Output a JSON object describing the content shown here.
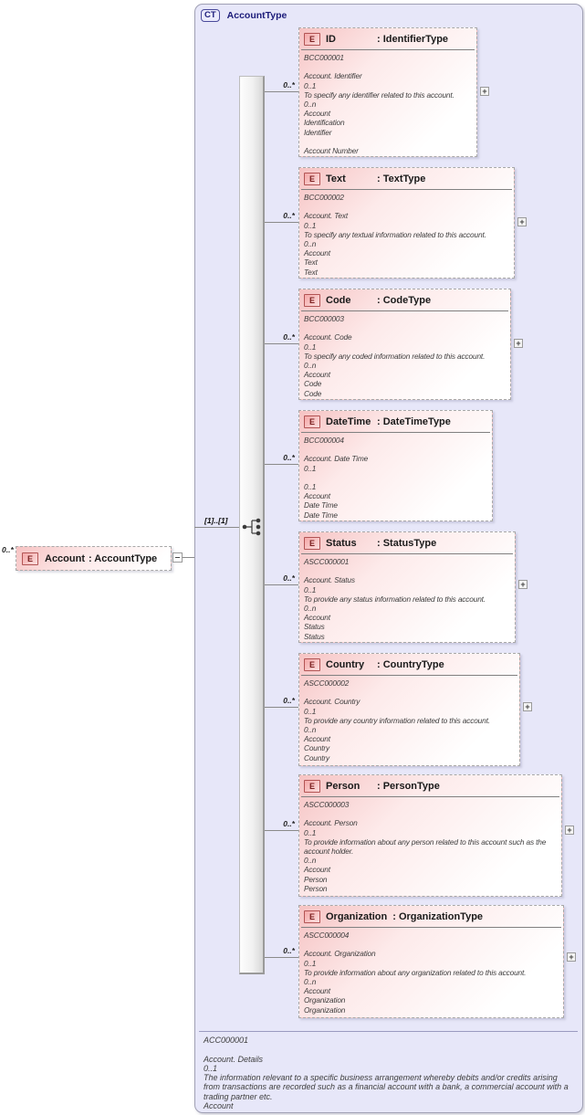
{
  "diagram": {
    "root_element": {
      "cardinality": "0..*",
      "badge": "E",
      "name": "Account",
      "type_label": ": AccountType"
    },
    "container": {
      "badge": "CT",
      "title": "AccountType",
      "compositor_cardinality": "[1]..[1]",
      "children": [
        {
          "badge": "E",
          "name": "ID",
          "type_label": ": IdentifierType",
          "cardinality": "0..*",
          "lines": [
            "BCC000001",
            "",
            "Account. Identifier",
            "0..1",
            "To specify any identifier related to this account.",
            "0..n",
            "Account",
            "Identification",
            "Identifier",
            "",
            "Account Number"
          ]
        },
        {
          "badge": "E",
          "name": "Text",
          "type_label": ": TextType",
          "cardinality": "0..*",
          "lines": [
            "BCC000002",
            "",
            "Account. Text",
            "0..1",
            "To specify any textual information related to this account.",
            "0..n",
            "Account",
            "Text",
            "Text"
          ]
        },
        {
          "badge": "E",
          "name": "Code",
          "type_label": ": CodeType",
          "cardinality": "0..*",
          "lines": [
            "BCC000003",
            "",
            "Account. Code",
            "0..1",
            "To specify any coded information related to this account.",
            "0..n",
            "Account",
            "Code",
            "Code"
          ]
        },
        {
          "badge": "E",
          "name": "DateTime",
          "type_label": ": DateTimeType",
          "cardinality": "0..*",
          "lines": [
            "BCC000004",
            "",
            "Account. Date Time",
            "0..1",
            "",
            "0..1",
            "Account",
            "Date Time",
            "Date Time"
          ]
        },
        {
          "badge": "E",
          "name": "Status",
          "type_label": ": StatusType",
          "cardinality": "0..*",
          "lines": [
            "ASCC000001",
            "",
            "Account. Status",
            "0..1",
            "To provide any status information related to this account.",
            "0..n",
            "Account",
            "Status",
            "Status"
          ]
        },
        {
          "badge": "E",
          "name": "Country",
          "type_label": ": CountryType",
          "cardinality": "0..*",
          "lines": [
            "ASCC000002",
            "",
            "Account. Country",
            "0..1",
            "To provide any country information related to this account.",
            "0..n",
            "Account",
            "Country",
            "Country"
          ]
        },
        {
          "badge": "E",
          "name": "Person",
          "type_label": ": PersonType",
          "cardinality": "0..*",
          "lines": [
            "ASCC000003",
            "",
            "Account. Person",
            "0..1",
            "To provide information about any person related to this account such as the account holder.",
            "0..n",
            "Account",
            "Person",
            "Person"
          ]
        },
        {
          "badge": "E",
          "name": "Organization",
          "type_label": ": OrganizationType",
          "cardinality": "0..*",
          "lines": [
            "ASCC000004",
            "",
            "Account. Organization",
            "0..1",
            "To provide information about any organization related to this account.",
            "0..n",
            "Account",
            "Organization",
            "Organization"
          ]
        }
      ],
      "annotation": {
        "lines": [
          "ACC000001",
          "",
          "Account. Details",
          "0..1",
          "The information relevant to a specific business arrangement whereby debits and/or credits arising from transactions are recorded such as a financial account with a bank, a commercial account with a trading partner etc.",
          "Account"
        ]
      }
    },
    "colors": {
      "container_fill": "#e7e7f9",
      "element_fill": "#f6c3c3",
      "badge_red_border": "#b25454",
      "navy": "#1c1c7a",
      "connector_gray": "#8a8a8a"
    }
  }
}
